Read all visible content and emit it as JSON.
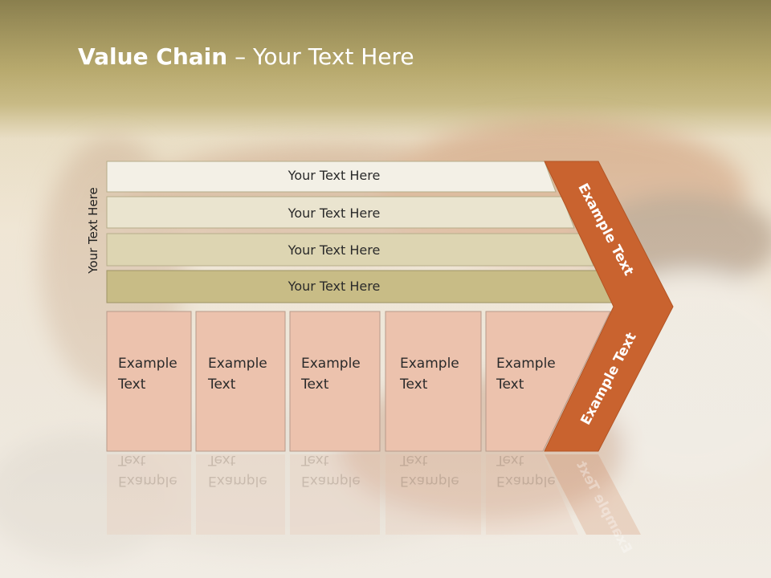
{
  "title": {
    "bold": "Value Chain",
    "rest": " – Your Text Here"
  },
  "side_label": "Your Text Here",
  "support_bars": [
    {
      "label": "Your Text Here"
    },
    {
      "label": "Your Text Here"
    },
    {
      "label": "Your Text Here"
    },
    {
      "label": "Your Text Here"
    }
  ],
  "primary_boxes": [
    {
      "line1": "Example",
      "line2": "Text"
    },
    {
      "line1": "Example",
      "line2": "Text"
    },
    {
      "line1": "Example",
      "line2": "Text"
    },
    {
      "line1": "Example",
      "line2": "Text"
    },
    {
      "line1": "Example",
      "line2": "Text"
    }
  ],
  "arrow": {
    "upper_label": "Example Text",
    "lower_label": "Example Text"
  },
  "colors": {
    "bar1": "#f3f0e6",
    "bar2": "#eae4cf",
    "bar3": "#ddd5b2",
    "bar4": "#c8bc86",
    "box": "#ecc2ad",
    "arrow": "#c9632f"
  }
}
